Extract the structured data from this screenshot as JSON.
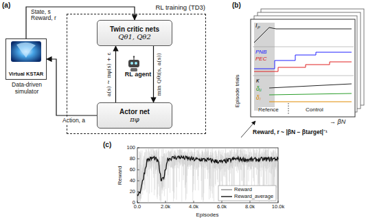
{
  "diagram": {
    "nodes": [
      {
        "text": [
          "RL training (TD3)",
          "RL agent"
        ]
      },
      {
        "text": [
          "Twin critic nets",
          "Qθ1, Qθ2"
        ],
        "in": 0
      },
      {
        "text": [
          "Actor net",
          "πφ"
        ],
        "in": 0
      },
      {
        "text": [
          "Virtual KSTAR",
          "Data-driven simulator"
        ]
      }
    ],
    "edges": [
      {
        "from": 3,
        "to": 1,
        "arrow": "to",
        "label": "State, s Reward, r"
      },
      {
        "from": 1,
        "to": 2,
        "arrow": "to",
        "label": "min Qθi(s, a(s))"
      },
      {
        "from": 2,
        "to": 1,
        "arrow": "to",
        "label": "a(s) ~ πφ(s) + ε"
      },
      {
        "from": 2,
        "to": 3,
        "arrow": "to",
        "label": "Action, a"
      }
    ],
    "labels": [
      "(a)",
      "(b)",
      "Iₚ",
      "PNB",
      "PEC",
      "κ",
      "δᵤ",
      "δₗ",
      "Refence",
      "Control",
      "→ βN",
      "Episode trials",
      "Reward, r ~ |βN − βtarget|⁻¹",
      "(c)",
      "100",
      "80",
      "60",
      "40",
      "20",
      "0",
      "0.0",
      "2.0k",
      "4.0k",
      "6.0k",
      "8.0k",
      "10.0k",
      "Reward",
      "Episodes"
    ],
    "legend": [
      {
        "text": "Reward"
      },
      {
        "text": "Reward_average"
      }
    ]
  }
}
